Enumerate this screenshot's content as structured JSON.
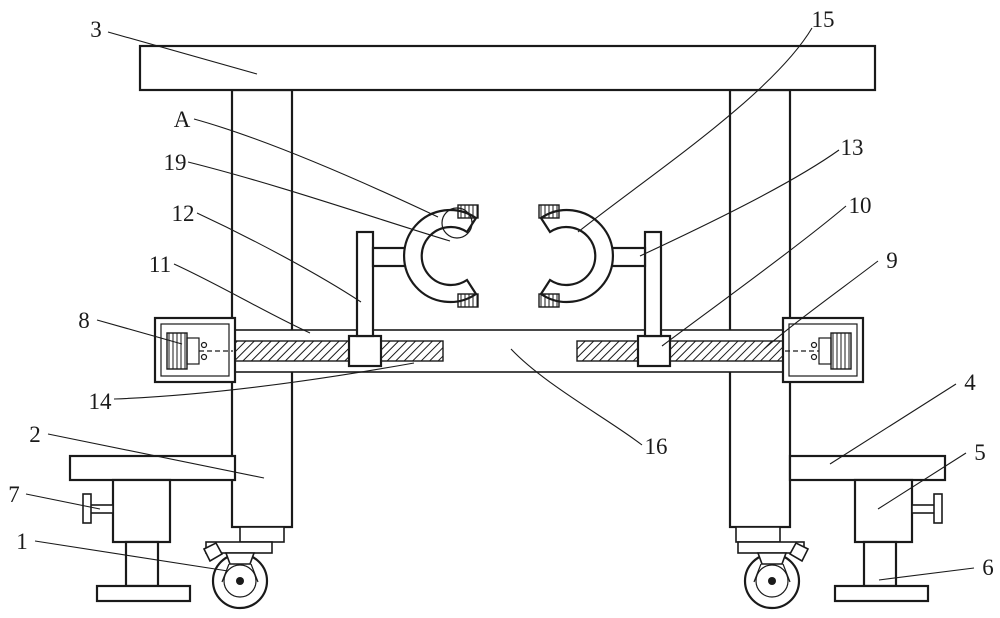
{
  "figure": {
    "description": "Patent-style line drawing of a wheeled support frame with clamp mechanism",
    "colors": {
      "ink": "#1a1a1a",
      "background": "#ffffff"
    },
    "labels": {
      "n1": "1",
      "n2": "2",
      "n3": "3",
      "n4": "4",
      "n5": "5",
      "n6": "6",
      "n7": "7",
      "n8": "8",
      "n9": "9",
      "n10": "10",
      "n11": "11",
      "n12": "12",
      "n13": "13",
      "n14": "14",
      "n15": "15",
      "n16": "16",
      "n19": "19",
      "a": "A"
    }
  }
}
